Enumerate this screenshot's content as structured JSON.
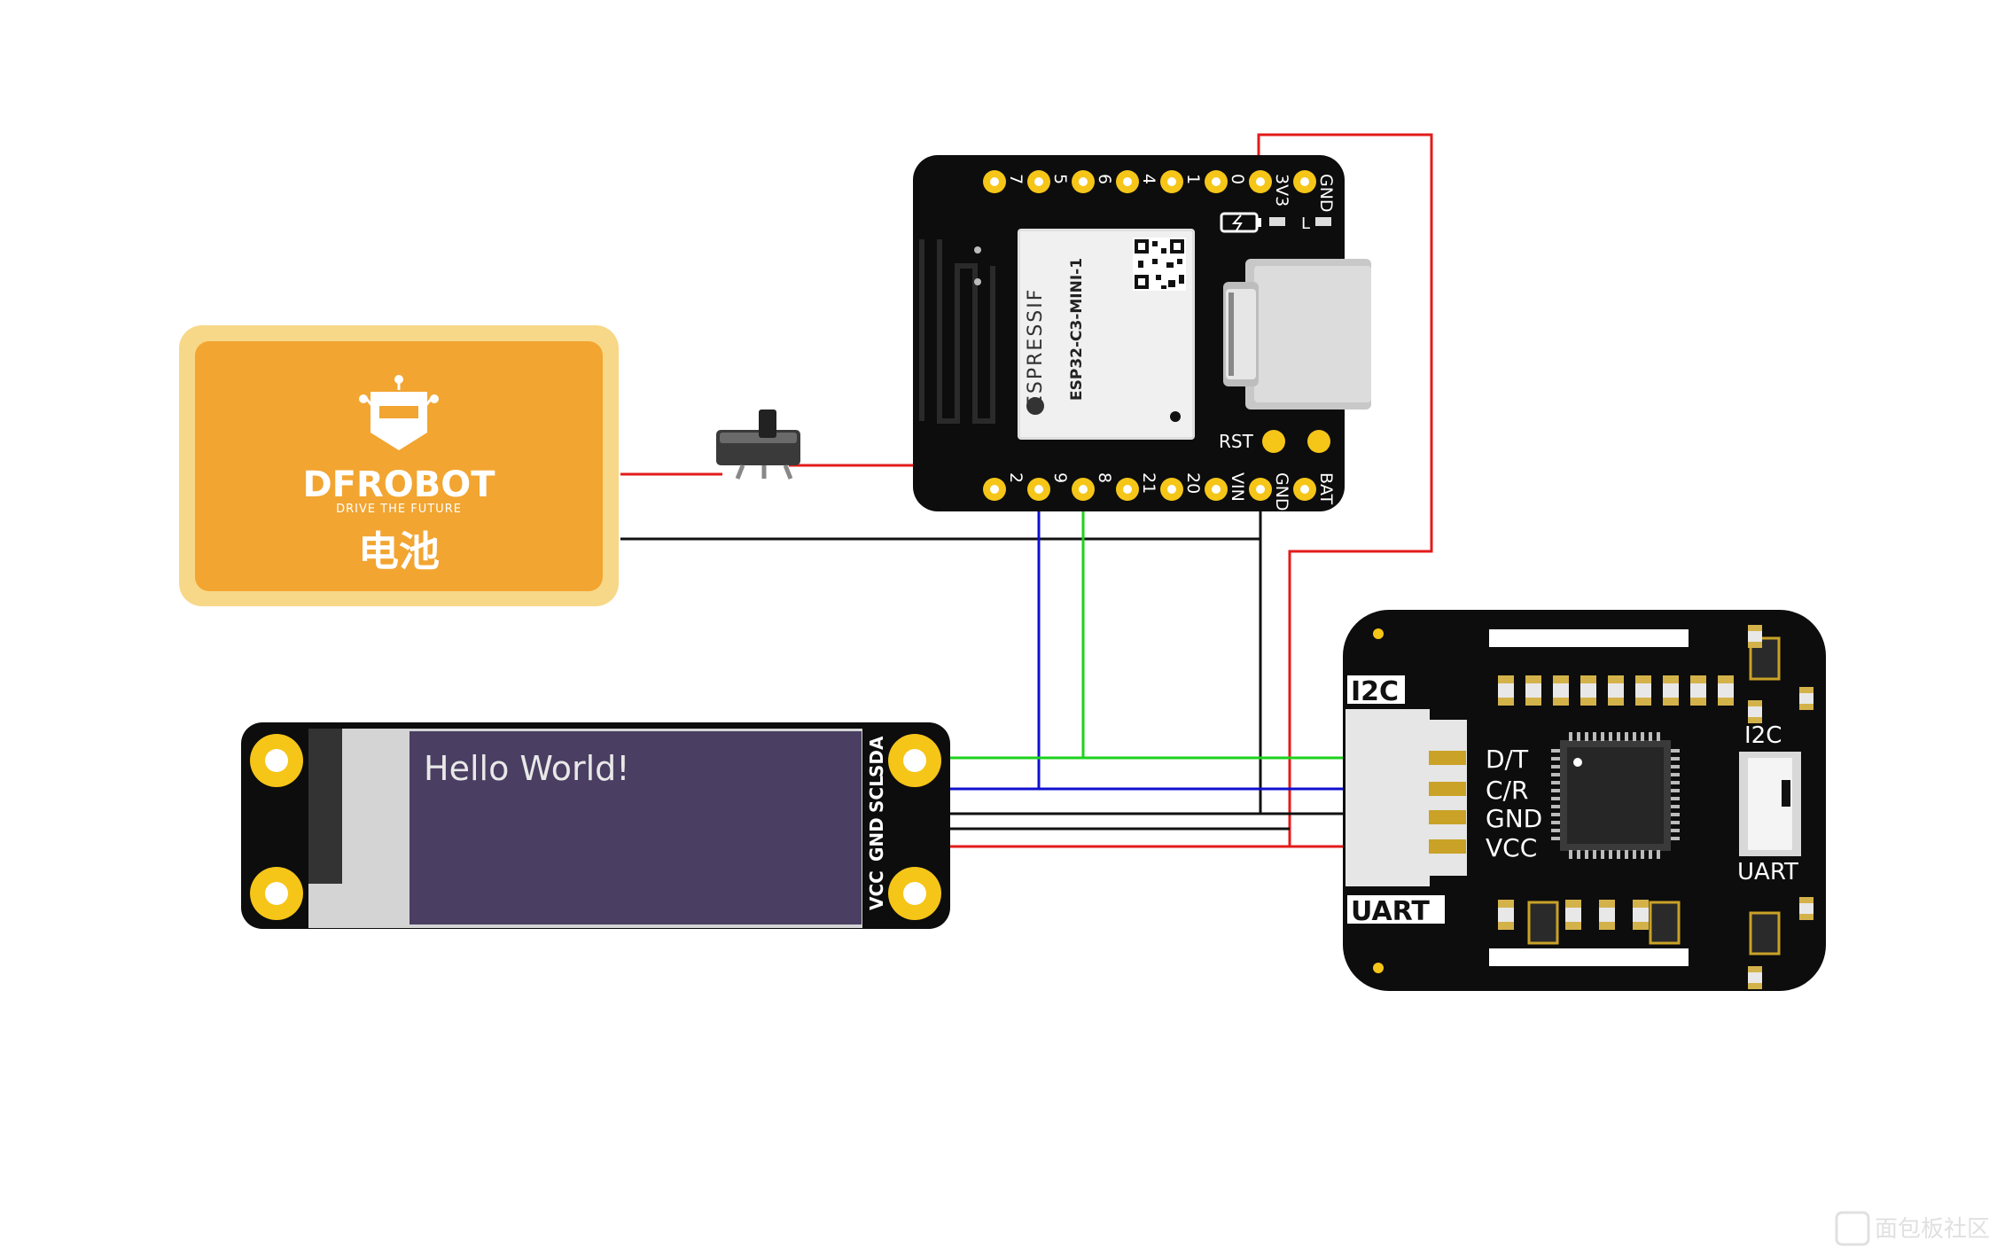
{
  "battery": {
    "brand": "DFROBOT",
    "brand_accent": "DF",
    "tagline": "DRIVE THE FUTURE",
    "label": "电池"
  },
  "esp32": {
    "module_brand": "ESPRESSIF",
    "module_name": "ESP32-C3-MINI-1",
    "top_pins": [
      "7",
      "5",
      "6",
      "4",
      "1",
      "0",
      "3V3",
      "GND"
    ],
    "bottom_pins": [
      "2",
      "9",
      "8",
      "21",
      "20",
      "VIN",
      "GND",
      "BAT"
    ],
    "rst_label": "RST",
    "led_label": "L"
  },
  "oled": {
    "screen_text": "Hello World!",
    "pins": [
      "SDA",
      "SCL",
      "GND",
      "VCC"
    ]
  },
  "sensor": {
    "interface_label": "I2C",
    "uart_label": "UART",
    "pins": [
      "D/T",
      "C/R",
      "GND",
      "VCC"
    ],
    "switch_top": "I2C",
    "switch_bottom": "UART"
  },
  "watermark": "面包板社区",
  "colors": {
    "battery_orange": "#F2A531",
    "battery_border": "#F7D888",
    "board_black": "#0d0d0d",
    "pin_yellow": "#F5C518",
    "wire_red": "#E31B1B",
    "wire_black": "#111111",
    "wire_blue": "#1010D0",
    "wire_green": "#1ED21E",
    "oled_screen": "#4A3E62"
  }
}
